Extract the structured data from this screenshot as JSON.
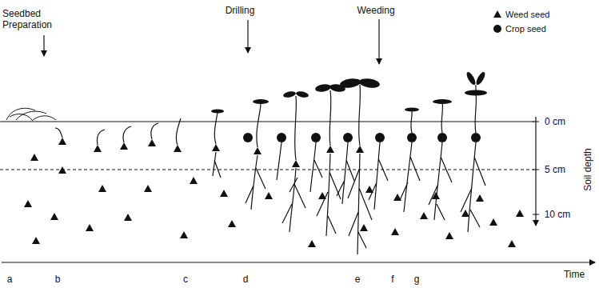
{
  "diagram": {
    "labels": [
      "Seedbed Preparation",
      "Drilling",
      "Weeding",
      "0 cm",
      "5 cm",
      "10 cm",
      "Soil depth",
      "Time",
      "a",
      "b",
      "c",
      "d",
      "e",
      "f",
      "g"
    ],
    "legend": [
      {
        "text": "Weed seed"
      },
      {
        "text": "Crop seed"
      }
    ]
  }
}
